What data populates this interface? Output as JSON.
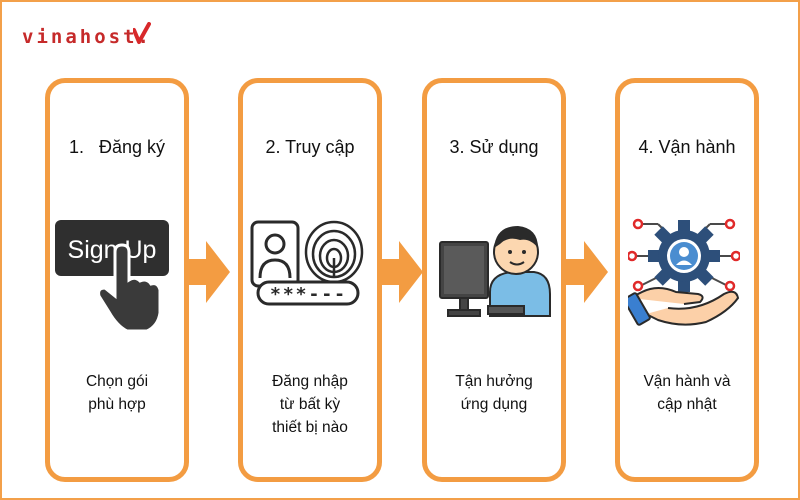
{
  "logo": {
    "text": "vinahost."
  },
  "steps": [
    {
      "title": "1.   Đăng ký",
      "icon_label": "Sign Up",
      "desc": [
        "Chọn gói",
        "phù hợp"
      ]
    },
    {
      "title": "2. Truy cập",
      "password_mask": "***---",
      "desc": [
        "Đăng nhập",
        "từ bất kỳ",
        "thiết bị nào"
      ]
    },
    {
      "title": "3. Sử dụng",
      "desc": [
        "Tận hưởng",
        "ứng dụng"
      ]
    },
    {
      "title": "4. Vận hành",
      "desc": [
        "Vận hành và",
        "cập nhật"
      ]
    }
  ],
  "colors": {
    "accent": "#f39c42",
    "logo": "#c62a2a",
    "check": "#d8282a"
  },
  "icons": [
    "sign-up-icon",
    "fingerprint-login-icon",
    "computer-user-icon",
    "gear-hand-icon",
    "arrow-right-icon"
  ]
}
